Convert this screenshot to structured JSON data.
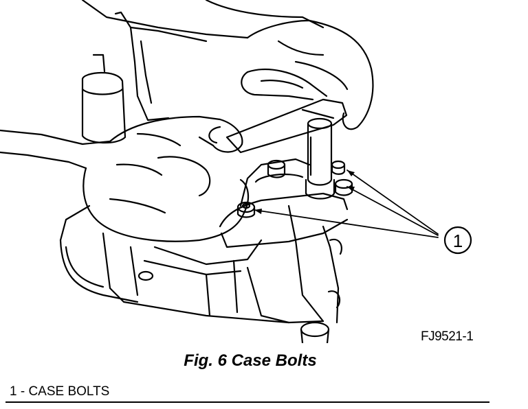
{
  "figure": {
    "id_label": "FJ9521-1",
    "callout_number": "1",
    "caption": "Fig. 6 Case Bolts"
  },
  "legend": {
    "items": [
      {
        "text": "1 - CASE BOLTS"
      }
    ]
  }
}
